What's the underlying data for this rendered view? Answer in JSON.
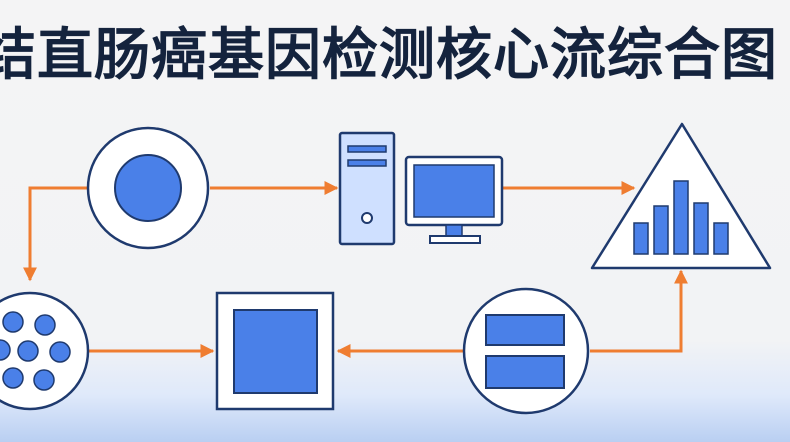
{
  "title": "结直肠癌基因检测核心流综合图",
  "colors": {
    "navy": "#1f3a6e",
    "blue": "#4a80e8",
    "light_blue": "#cfe0ff",
    "arrow": "#ef7d31",
    "background": "#f3f3f4"
  },
  "nodes": [
    {
      "name": "sample-circle-node",
      "icon": "circle-icon"
    },
    {
      "name": "computer-node",
      "icon": "desktop-computer-icon"
    },
    {
      "name": "analysis-triangle-node",
      "icon": "bar-chart-icon"
    },
    {
      "name": "cells-node",
      "icon": "cells-icon"
    },
    {
      "name": "result-square-node",
      "icon": "square-icon"
    },
    {
      "name": "data-stack-node",
      "icon": "stacked-bars-icon"
    }
  ]
}
